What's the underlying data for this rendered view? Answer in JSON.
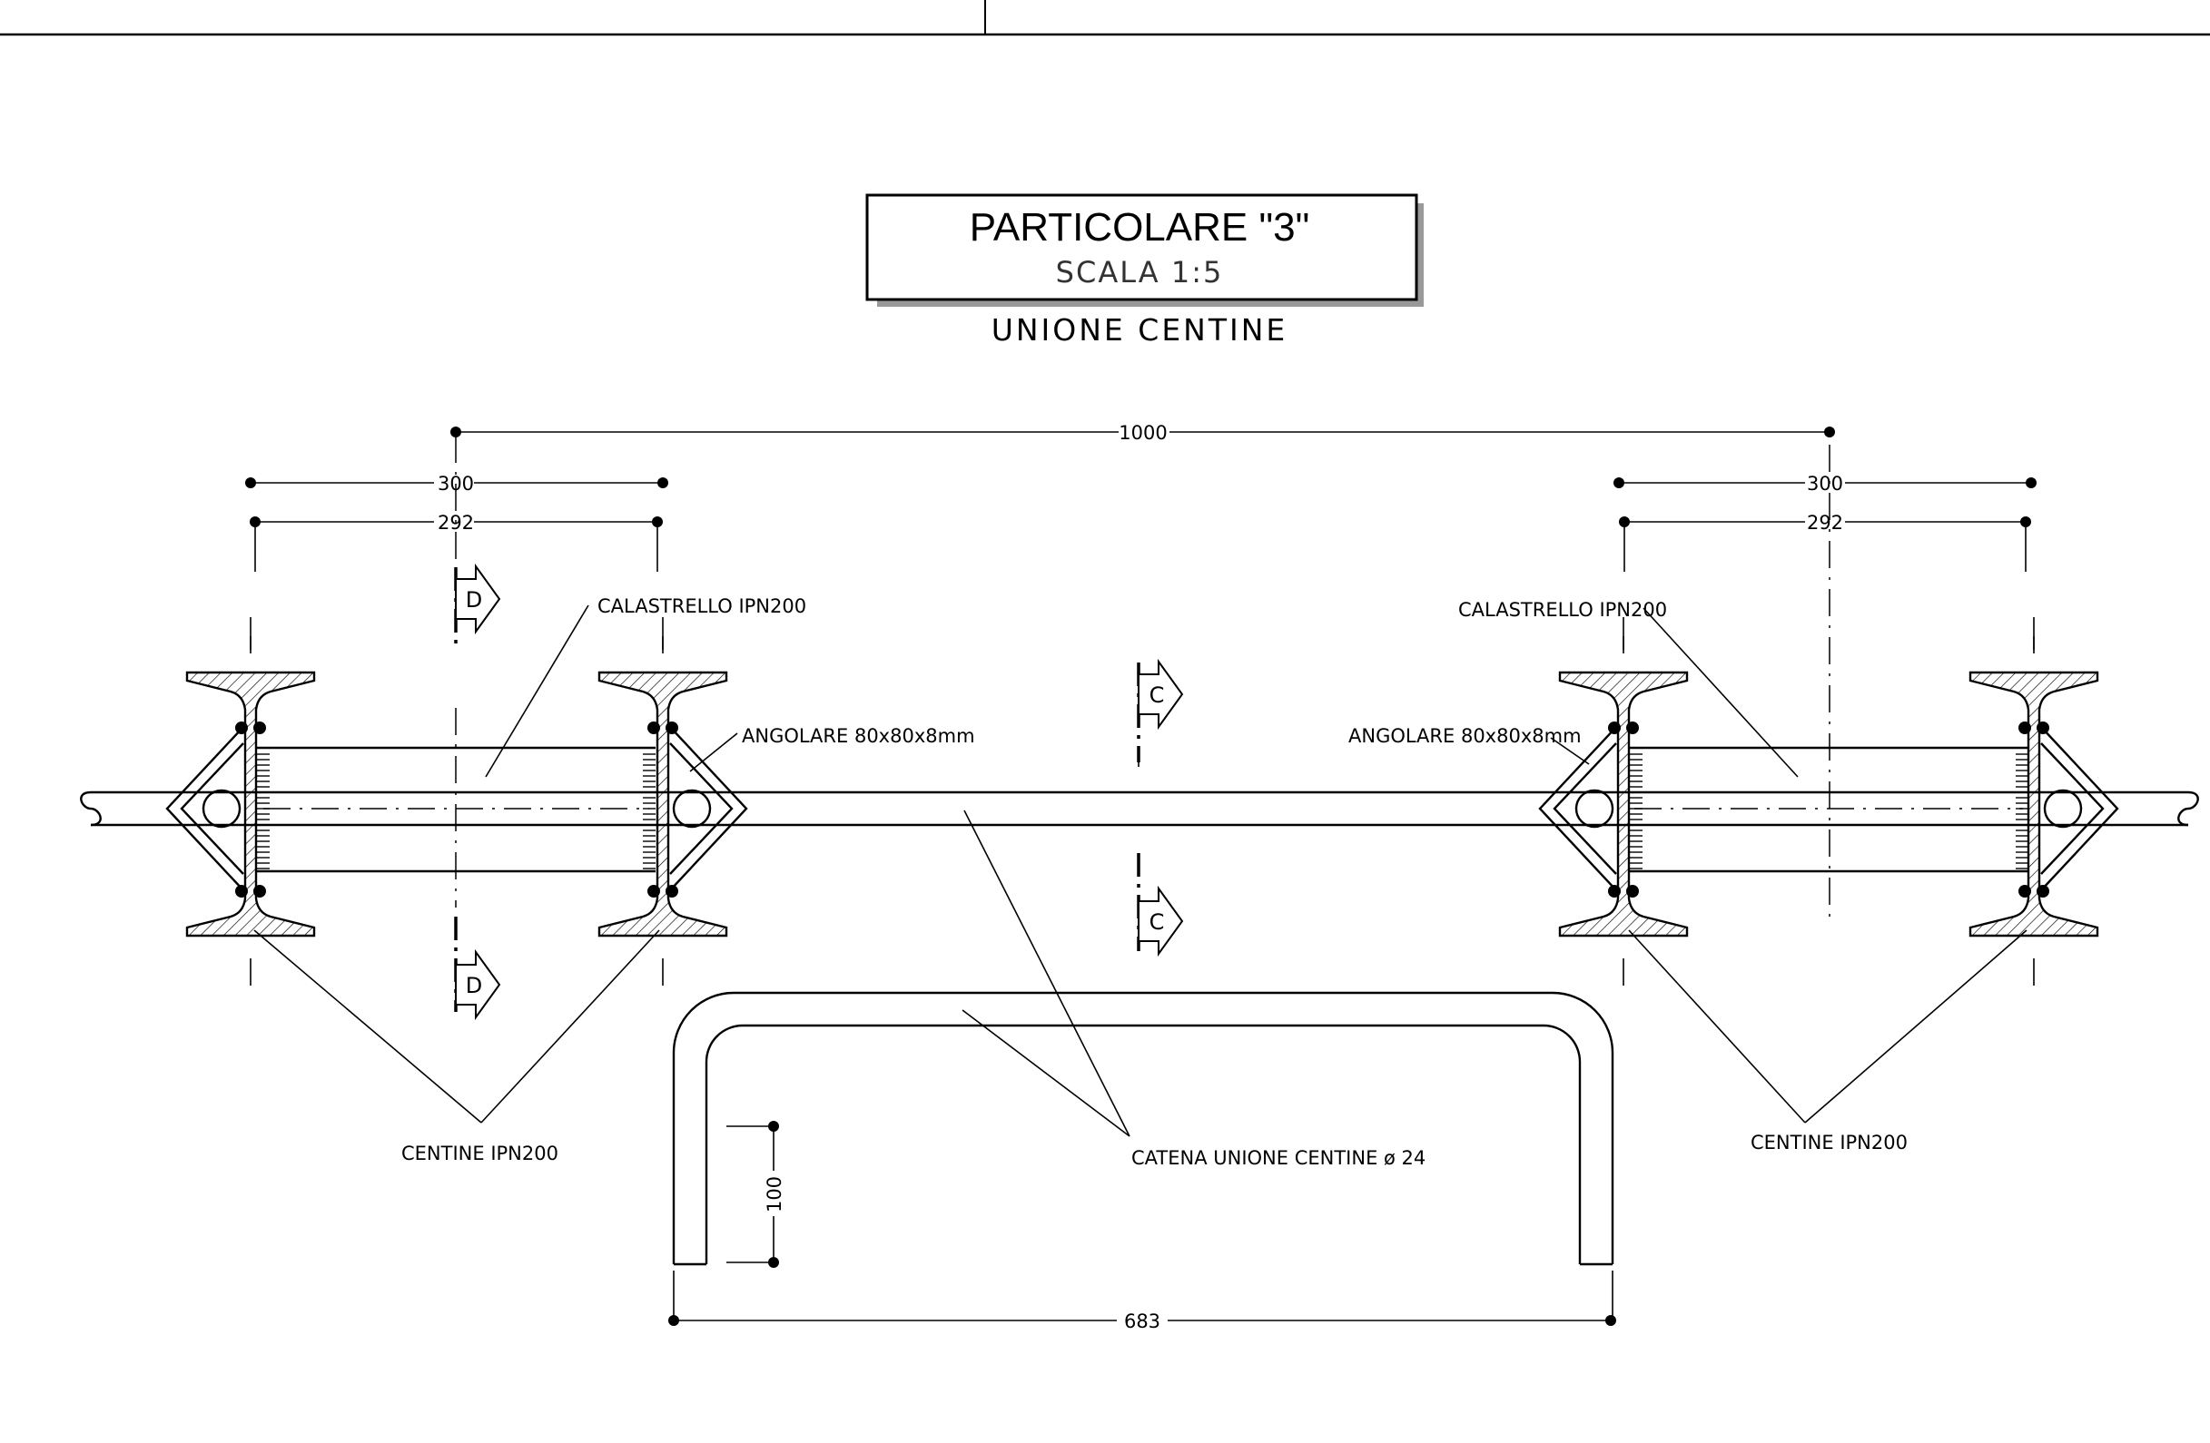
{
  "title_block": {
    "title": "PARTICOLARE \"3\"",
    "scale": "SCALA  1:5",
    "subtitle": "UNIONE  CENTINE"
  },
  "dimensions": {
    "overall": "1000",
    "left_outer": "300",
    "left_inner": "292",
    "right_outer": "300",
    "right_inner": "292",
    "bar_height": "100",
    "bar_width": "683"
  },
  "labels": {
    "calastrello_left": "CALASTRELLO  IPN200",
    "calastrello_right": "CALASTRELLO  IPN200",
    "angolare_left": "ANGOLARE  80x80x8mm",
    "angolare_right": "ANGOLARE  80x80x8mm",
    "centine_left": "CENTINE  IPN200",
    "centine_right": "CENTINE  IPN200",
    "catena": "CATENA  UNIONE  CENTINE  ø  24"
  },
  "section_marks": {
    "d": "D",
    "c": "C"
  }
}
